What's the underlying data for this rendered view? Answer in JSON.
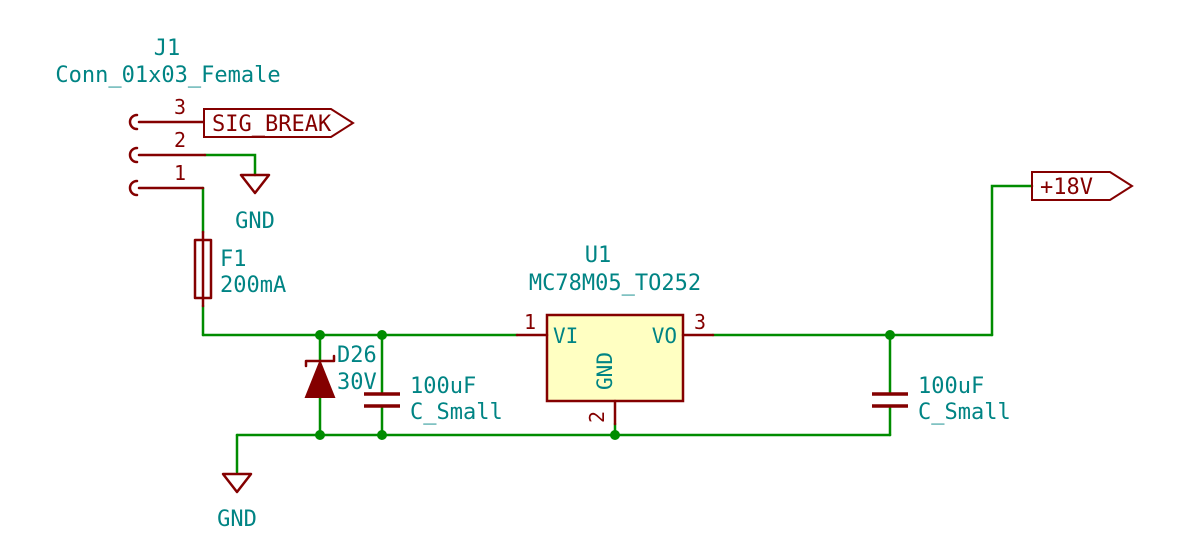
{
  "schematic": {
    "colors": {
      "wire": "#008C00",
      "symbol_outline": "#840000",
      "field_text": "#008484",
      "label_text": "#840000",
      "ic_body_fill": "#FFFFC2"
    },
    "j1": {
      "ref": "J1",
      "value": "Conn_01x03_Female",
      "pin1": "1",
      "pin2": "2",
      "pin3": "3"
    },
    "labels": {
      "sig_break": "SIG_BREAK",
      "plus18v": "+18V"
    },
    "power": {
      "gnd": "GND"
    },
    "f1": {
      "ref": "F1",
      "value": "200mA"
    },
    "d26": {
      "ref": "D26",
      "value": "30V"
    },
    "c1": {
      "value": "100uF",
      "name": "C_Small"
    },
    "c2": {
      "value": "100uF",
      "name": "C_Small"
    },
    "u1": {
      "ref": "U1",
      "value": "MC78M05_TO252",
      "pin_name_vi": "VI",
      "pin_name_vo": "VO",
      "pin_name_gnd": "GND",
      "pin1": "1",
      "pin2": "2",
      "pin3": "3"
    }
  }
}
